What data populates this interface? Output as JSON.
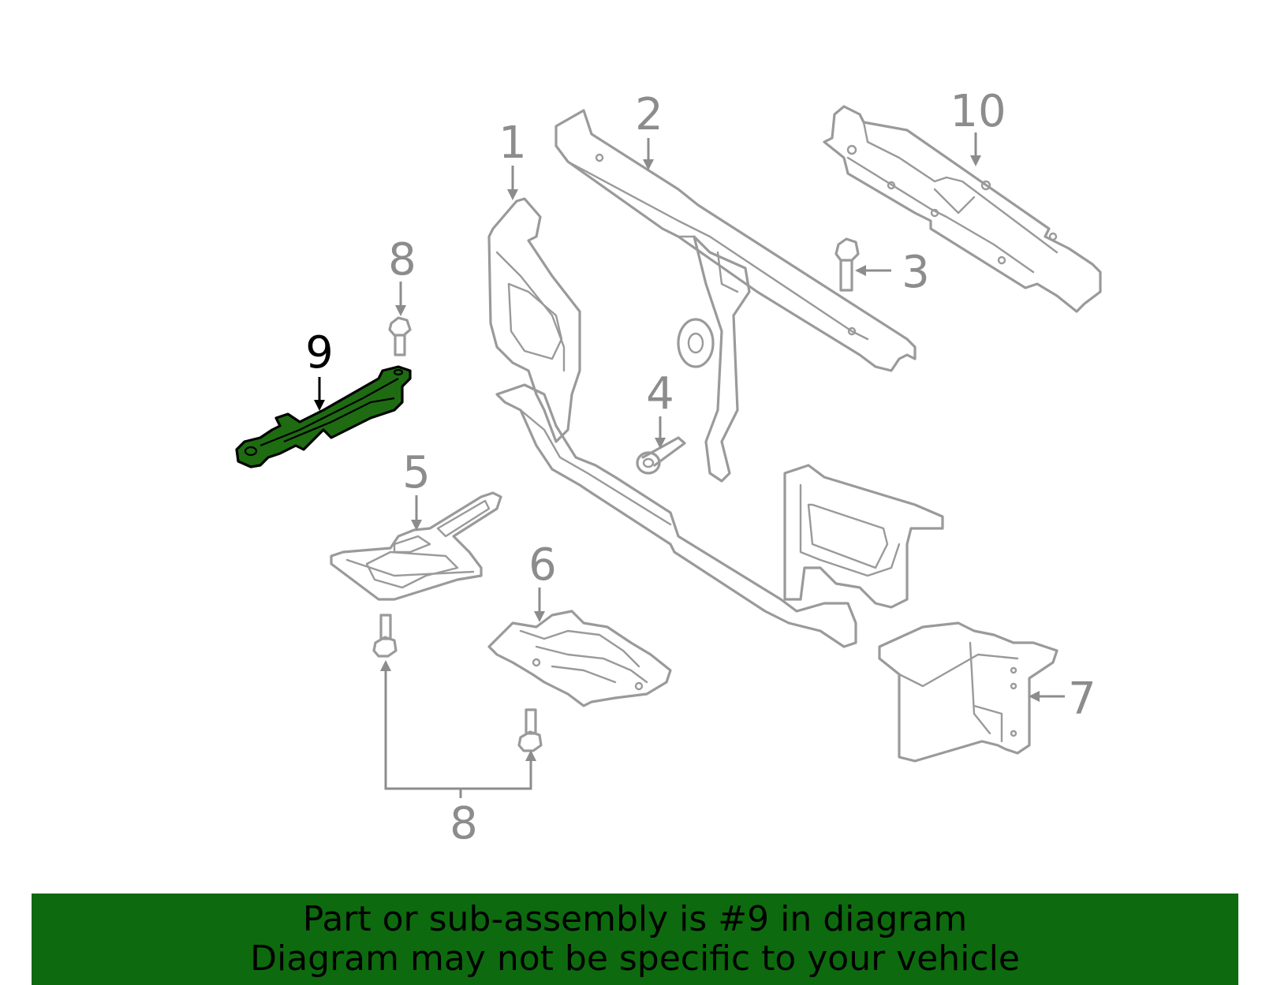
{
  "colors": {
    "highlight": "#1e6b12",
    "banner": "#0e6a0e",
    "line": "#9a9a9a"
  },
  "callouts": {
    "c1": "1",
    "c2": "2",
    "c3": "3",
    "c4": "4",
    "c5": "5",
    "c6": "6",
    "c7": "7",
    "c8a": "8",
    "c8b": "8",
    "c9": "9",
    "c10": "10"
  },
  "banner": {
    "line1": "Part or sub-assembly is #9 in diagram",
    "line2": "Diagram may not be specific to your vehicle"
  }
}
